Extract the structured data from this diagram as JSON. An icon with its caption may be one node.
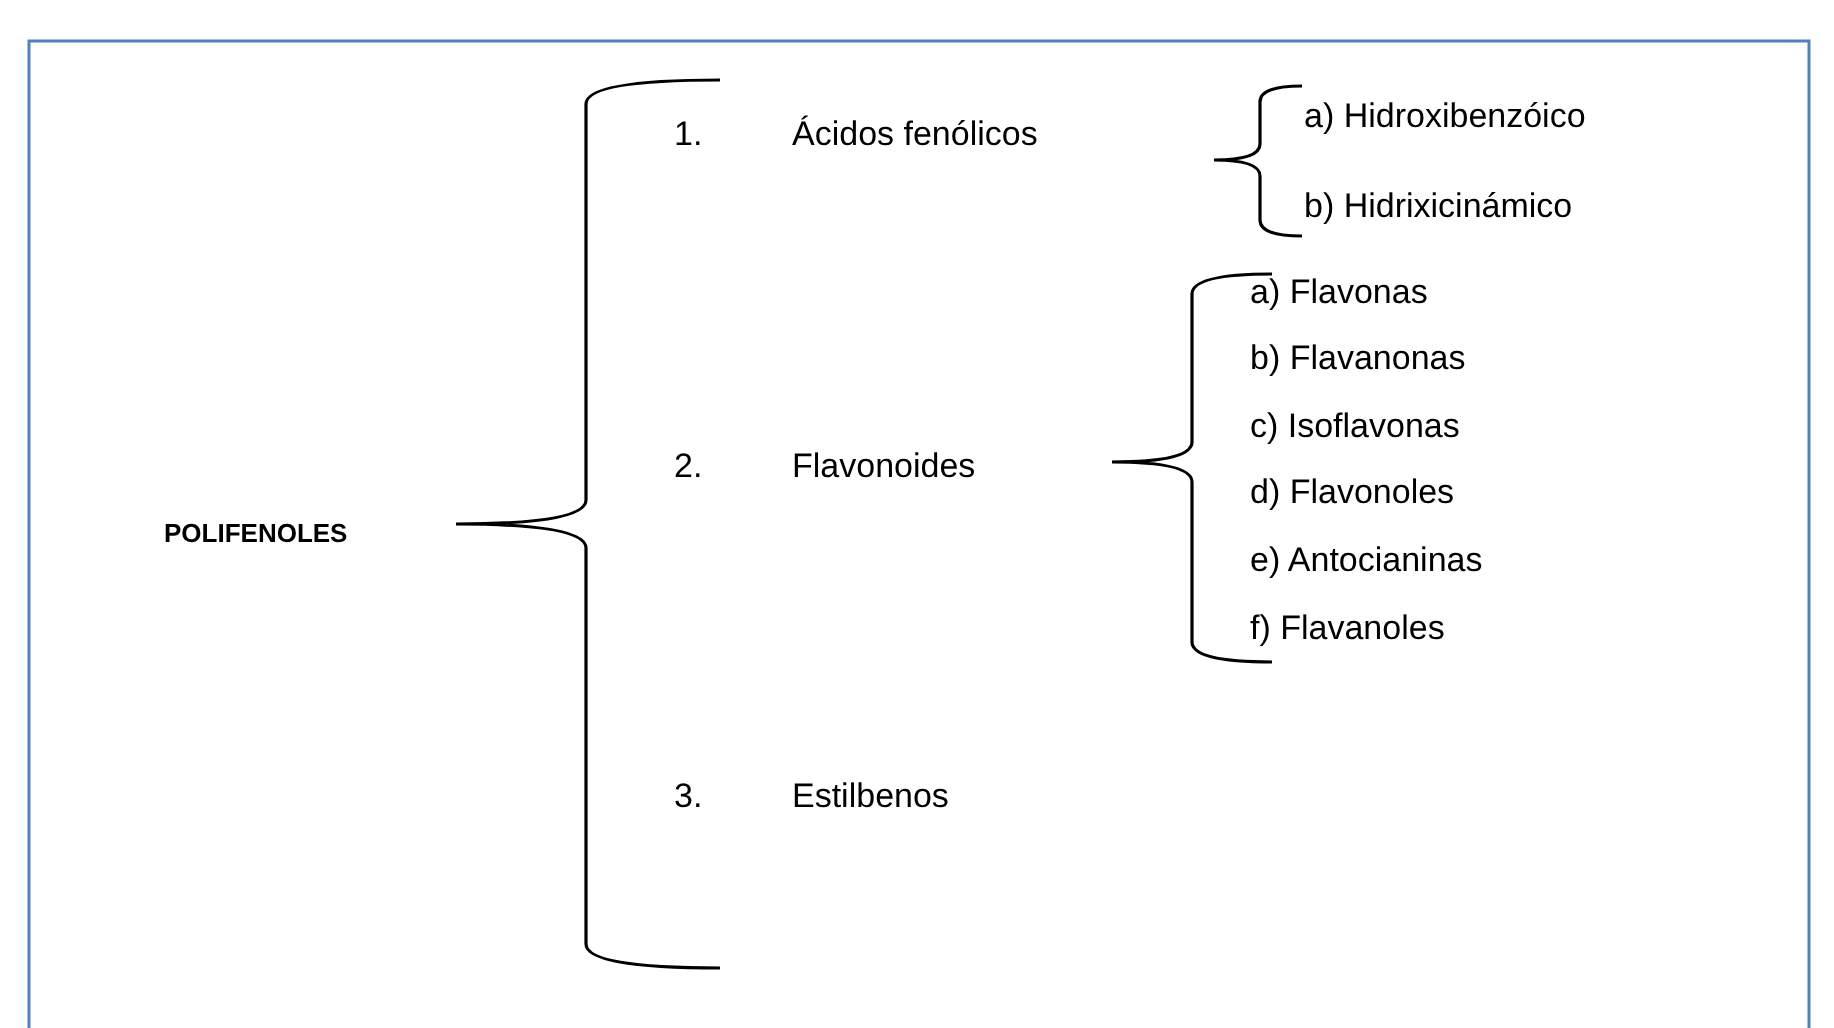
{
  "diagram": {
    "labels": [
      "POLIFENOLES",
      "1.",
      "Ácidos fenólicos",
      "a) Hidroxibenzóico",
      "b) Hidrixicinámico",
      "2.",
      "Flavonoides",
      "a) Flavonas",
      "b) Flavanonas",
      "c) Isoflavonas",
      "d) Flavonoles",
      "e) Antocianinas",
      "f) Flavanoles",
      "3.",
      "Estilbenos"
    ]
  }
}
